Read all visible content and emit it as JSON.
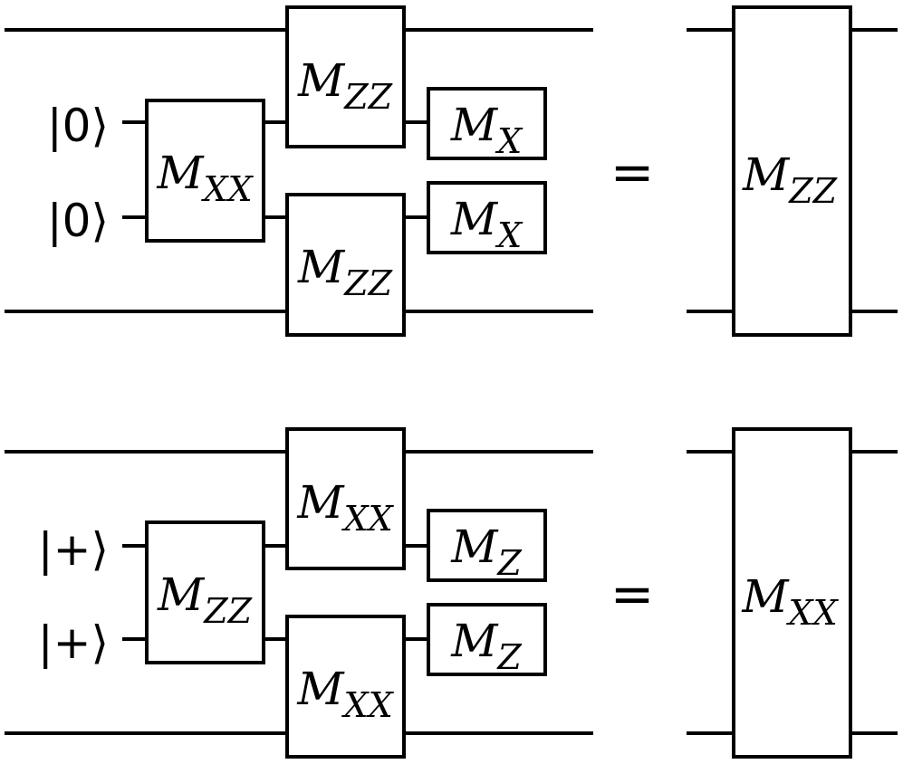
{
  "identities": [
    {
      "inputs": [
        "|0⟩",
        "|0⟩"
      ],
      "ancilla_gate": {
        "main": "M",
        "sub": "XX"
      },
      "upper_gate": {
        "main": "M",
        "sub": "ZZ"
      },
      "lower_gate": {
        "main": "M",
        "sub": "ZZ"
      },
      "upper_measure": {
        "main": "M",
        "sub": "X"
      },
      "lower_measure": {
        "main": "M",
        "sub": "X"
      },
      "equals": "=",
      "result_gate": {
        "main": "M",
        "sub": "ZZ"
      }
    },
    {
      "inputs": [
        "|+⟩",
        "|+⟩"
      ],
      "ancilla_gate": {
        "main": "M",
        "sub": "ZZ"
      },
      "upper_gate": {
        "main": "M",
        "sub": "XX"
      },
      "lower_gate": {
        "main": "M",
        "sub": "XX"
      },
      "upper_measure": {
        "main": "M",
        "sub": "Z"
      },
      "lower_measure": {
        "main": "M",
        "sub": "Z"
      },
      "equals": "=",
      "result_gate": {
        "main": "M",
        "sub": "XX"
      }
    }
  ]
}
